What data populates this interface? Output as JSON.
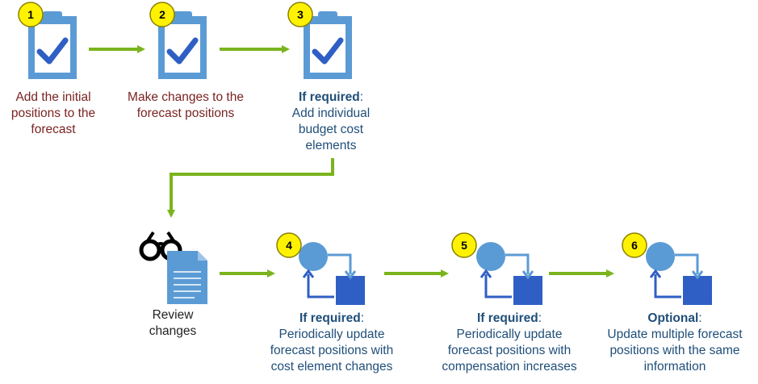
{
  "steps": [
    {
      "badge": "1",
      "lines": [
        "Add the initial",
        "positions to the",
        "forecast"
      ]
    },
    {
      "badge": "2",
      "lines": [
        "Make changes to the",
        "forecast positions"
      ]
    },
    {
      "badge": "3",
      "heading": "If required",
      "lines": [
        "Add individual",
        "budget cost",
        "elements"
      ]
    }
  ],
  "review": {
    "lines": [
      "Review",
      "changes"
    ]
  },
  "updates": [
    {
      "badge": "4",
      "heading": "If required",
      "lines": [
        "Periodically update",
        "forecast positions with",
        "cost element changes"
      ]
    },
    {
      "badge": "5",
      "heading": "If required",
      "lines": [
        "Periodically update",
        "forecast positions with",
        "compensation increases"
      ]
    },
    {
      "badge": "6",
      "heading": "Optional",
      "lines": [
        "Update multiple forecast",
        "positions with the same",
        "information"
      ]
    }
  ],
  "colors": {
    "clipboard": "#5b9bd5",
    "check": "#2f5fc4",
    "arrow": "#7ab41d",
    "badge_fill": "#fff200",
    "badge_stroke": "#8a8000",
    "step_text": "#7a2323",
    "heading_text": "#1f4e79",
    "blue_text": "#1f4e79"
  },
  "icons": [
    "clipboard-check-icon",
    "glasses-icon",
    "document-icon",
    "cycle-update-icon"
  ]
}
